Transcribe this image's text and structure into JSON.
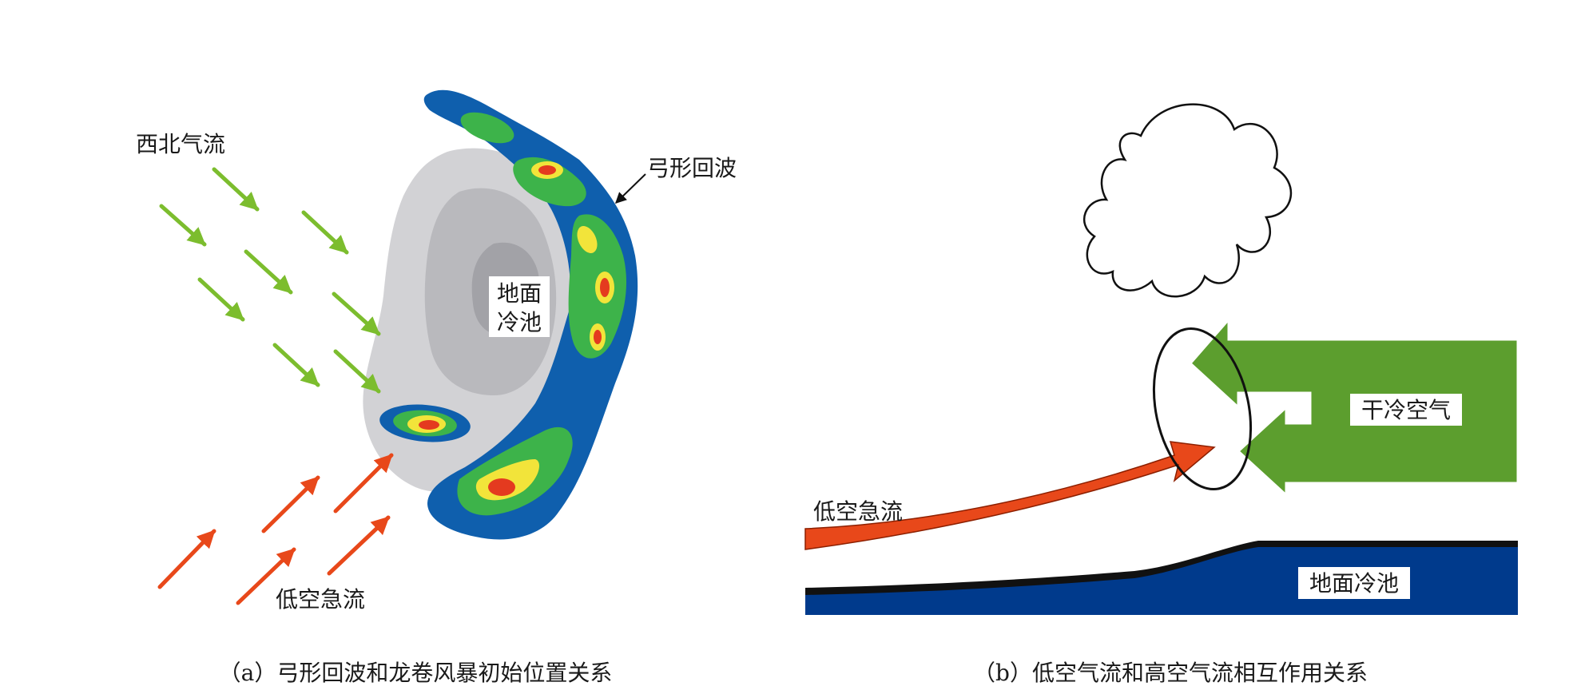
{
  "panel_a": {
    "label_nw_flow": "西北气流",
    "label_bow_echo": "弓形回波",
    "label_cold_pool_line1": "地面",
    "label_cold_pool_line2": "冷池",
    "label_low_jet": "低空急流",
    "caption": "（a）弓形回波和龙卷风暴初始位置关系"
  },
  "panel_b": {
    "label_dry_cold_air": "干冷空气",
    "label_low_jet": "低空急流",
    "label_cold_pool": "地面冷池",
    "caption": "（b）低空气流和高空气流相互作用关系"
  },
  "colors": {
    "green_arrow": "#7cbd2e",
    "red_arrow": "#e8481a",
    "echo_blue": "#0f5fad",
    "echo_green": "#3db34a",
    "echo_yellow": "#f2e43a",
    "echo_red": "#e43a1f",
    "cold_pool_gray": "#a9a9ad",
    "dry_air_green": "#5c9e2e",
    "pool_navy": "#003a8c"
  }
}
